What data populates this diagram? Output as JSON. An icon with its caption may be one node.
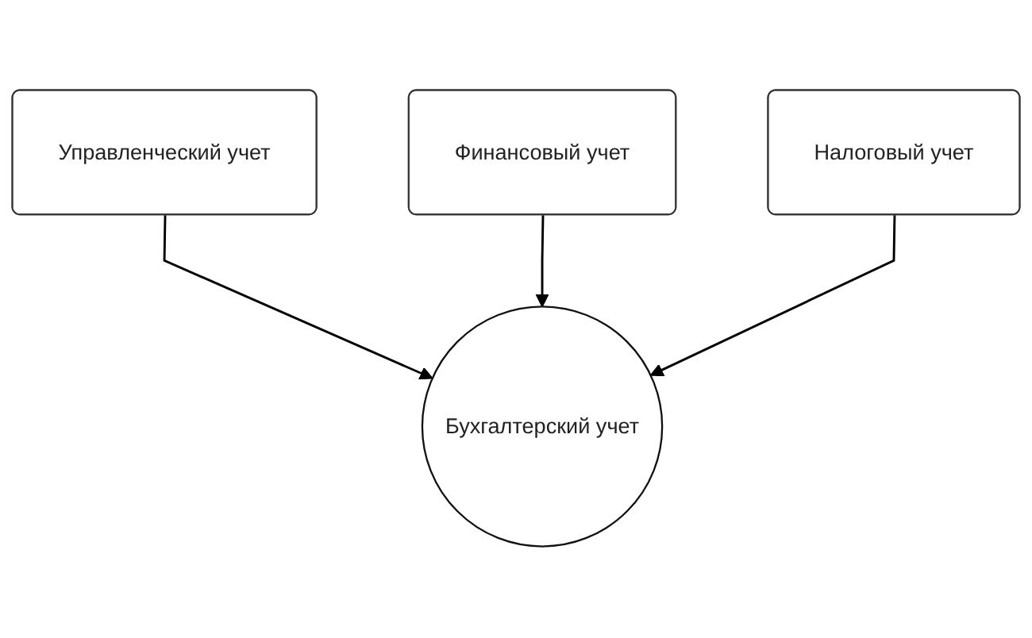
{
  "diagram": {
    "nodes": [
      {
        "text": [
          "Управленческий учет"
        ]
      },
      {
        "text": [
          "Финансовый учет"
        ]
      },
      {
        "text": [
          "Налоговый учет"
        ]
      },
      {
        "text": [
          "Бухгалтерский учет"
        ]
      }
    ],
    "edges": [
      {
        "from": 0,
        "to": 3,
        "arrow": "to"
      },
      {
        "from": 1,
        "to": 3,
        "arrow": "to"
      },
      {
        "from": 2,
        "to": 3,
        "arrow": "to"
      }
    ]
  }
}
